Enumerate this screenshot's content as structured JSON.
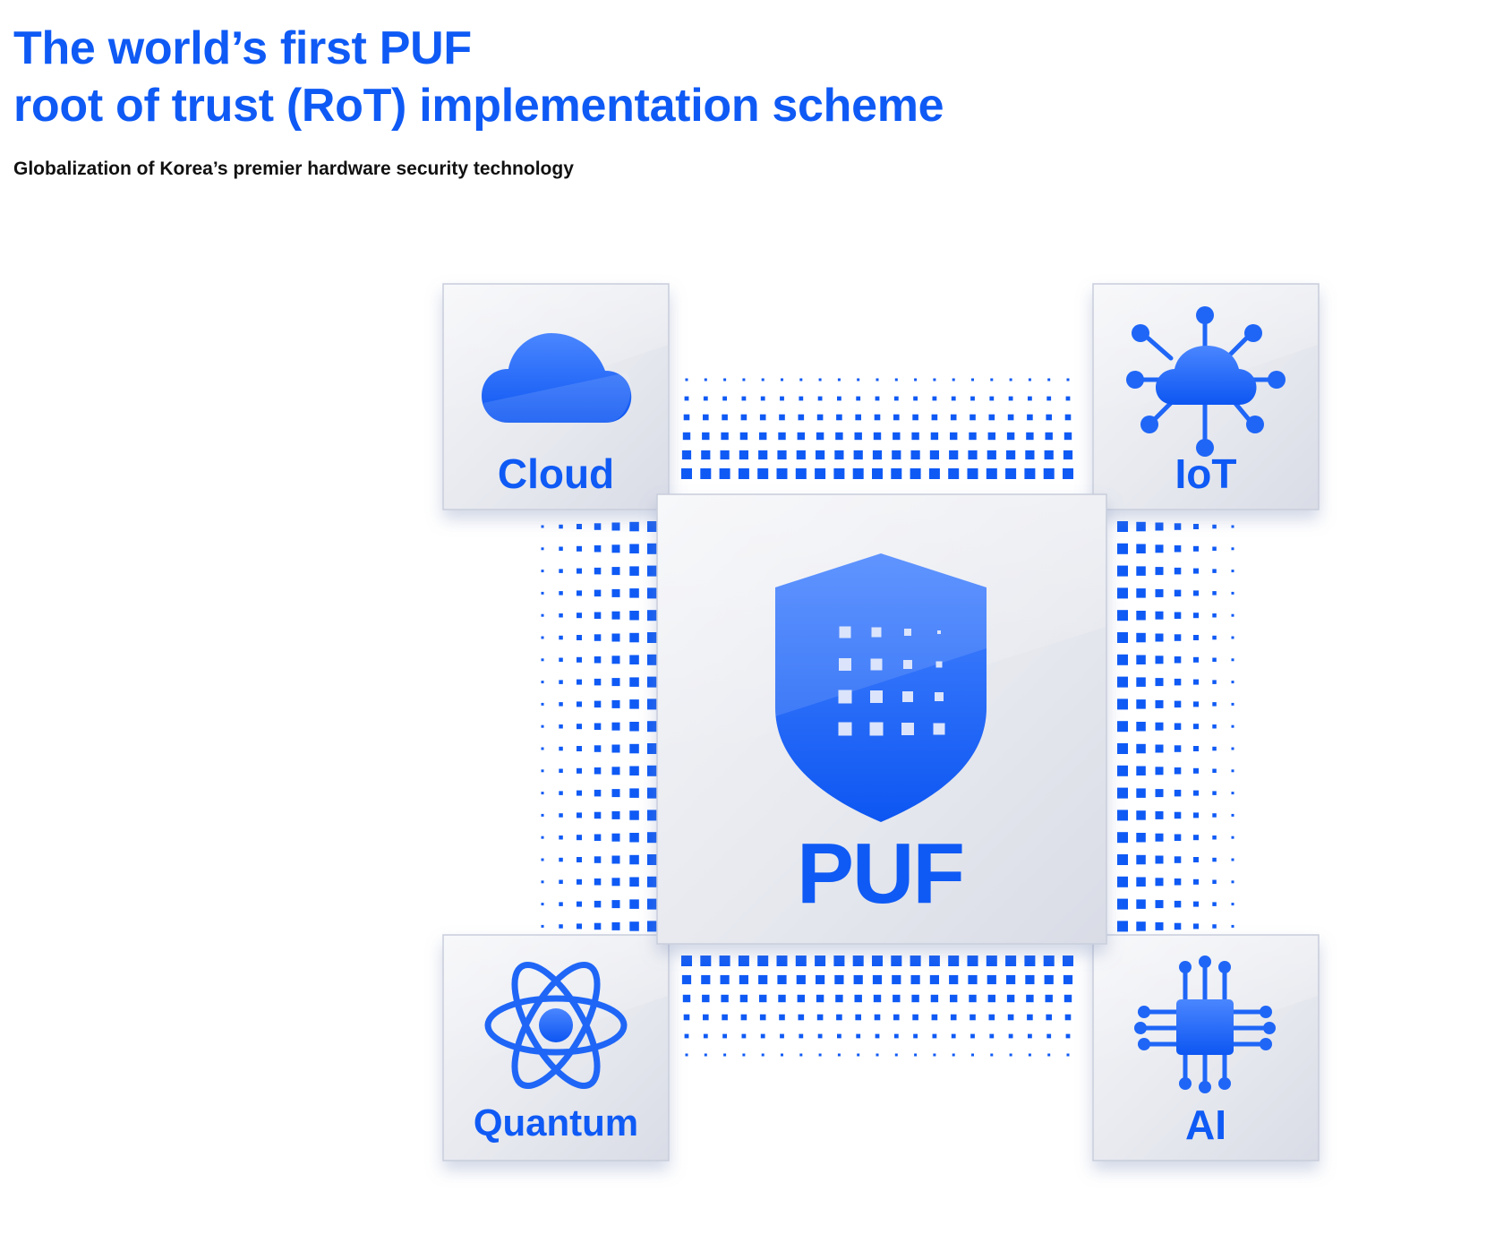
{
  "header": {
    "title_line1": "The world’s first PUF",
    "title_line2": "root of trust (RoT) implementation scheme",
    "subtitle": "Globalization of Korea’s premier hardware security technology"
  },
  "diagram": {
    "center_label": "PUF",
    "tiles": {
      "top_left": "Cloud",
      "top_right": "IoT",
      "bottom_left": "Quantum",
      "bottom_right": "AI"
    }
  },
  "colors": {
    "accent": "#0f5af5",
    "card_light": "#f2f3f7",
    "card_dark": "#dfe2ea"
  }
}
